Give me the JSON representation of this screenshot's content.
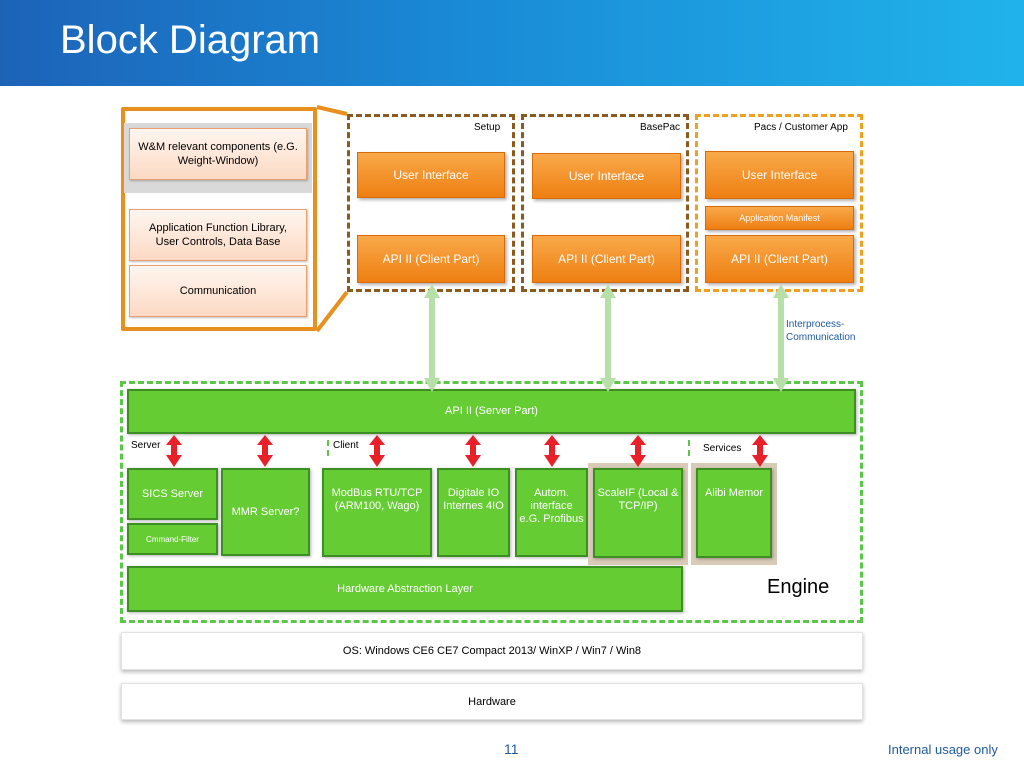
{
  "slide": {
    "title": "Block Diagram",
    "page_number": "11",
    "footer_note": "Internal usage only"
  },
  "left_panel": {
    "wm_components": "W&M relevant components (e.G. Weight-Window)",
    "app_library": "Application Function Library, User Controls, Data Base",
    "communication": "Communication"
  },
  "clients": {
    "setup": {
      "label": "Setup",
      "ui": "User Interface",
      "api": "API II (Client Part)"
    },
    "basepac": {
      "label": "BasePac",
      "ui": "User Interface",
      "api": "API II (Client Part)"
    },
    "customer": {
      "label": "Pacs / Customer App",
      "ui": "User Interface",
      "manifest": "Application Manifest",
      "api": "API II (Client Part)"
    }
  },
  "ipc_label": "Interprocess-Communication",
  "engine": {
    "label": "Engine",
    "api_server": "API II (Server Part)",
    "server_label": "Server",
    "client_label": "Client",
    "services_label": "Services",
    "sics_server": "SICS Server",
    "cmd_filter": "Cmmand-Filter",
    "mmr_server": "MMR Server?",
    "modbus": "ModBus RTU/TCP (ARM100, Wago)",
    "digitale_io": "Digitale IO Internes 4IO",
    "autom": "Autom. interface e.G. Profibus",
    "scaleif": "ScaleIF (Local & TCP/IP)",
    "alibi": "Alibi Memor",
    "hal": "Hardware Abstraction Layer"
  },
  "os": "OS: Windows CE6 CE7 Compact 2013/ WinXP / Win7 / Win8",
  "hardware": "Hardware",
  "colors": {
    "header_blue": "#1a8ad6",
    "orange": "#ee7f12",
    "green": "#66cc33",
    "red_arrow": "#e8202a",
    "ipc_arrow": "#b6e0a8"
  }
}
